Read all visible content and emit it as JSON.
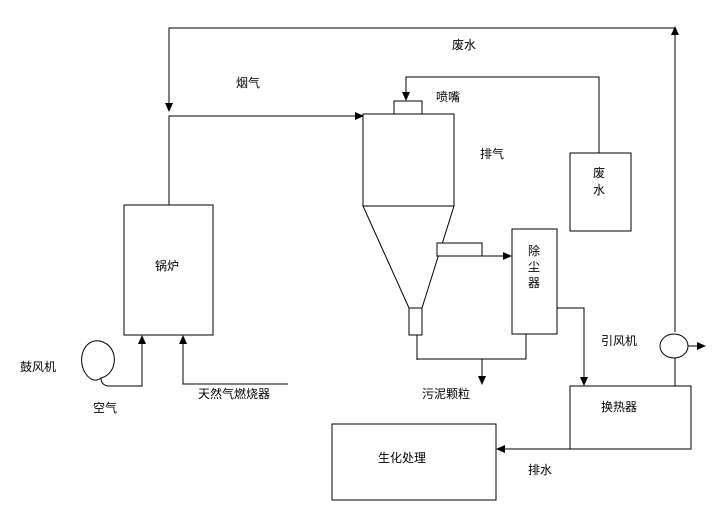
{
  "labels": {
    "waste_water_top": "废水",
    "flue_gas": "烟气",
    "nozzle": "喷嘴",
    "exhaust": "排气",
    "waste_water_box": "废水",
    "boiler": "锅炉",
    "dust_remover": "除尘器",
    "induced_fan": "引风机",
    "blower": "鼓风机",
    "air": "空气",
    "gas_burner": "天然气燃烧器",
    "sludge_particles": "污泥颗粒",
    "heat_exchanger": "换热器",
    "biochemical_treatment": "生化处理",
    "drainage": "排水"
  }
}
